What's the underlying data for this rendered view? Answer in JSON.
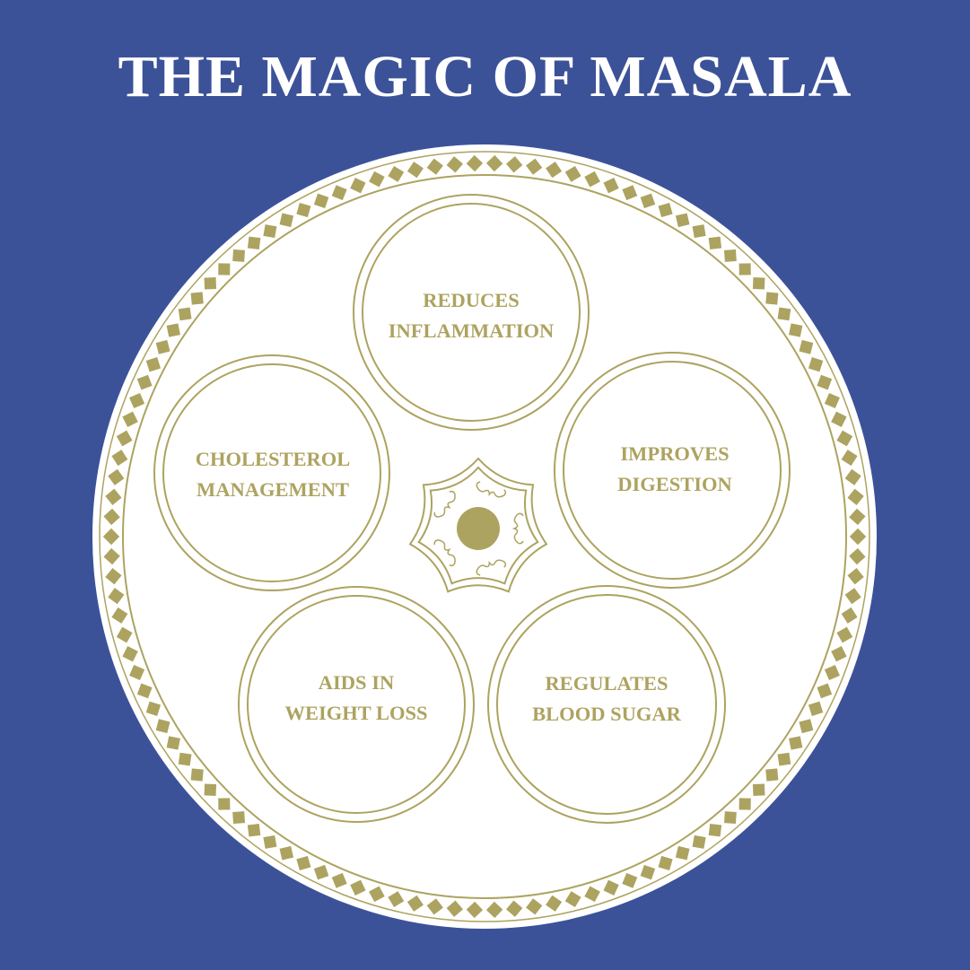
{
  "title": "THE MAGIC OF MASALA",
  "colors": {
    "background": "#3C5298",
    "gold": "#ADA360",
    "plate": "#FFFFFF"
  },
  "benefits": [
    {
      "line1": "REDUCES",
      "line2": "INFLAMMATION"
    },
    {
      "line1": "IMPROVES",
      "line2": "DIGESTION"
    },
    {
      "line1": "REGULATES",
      "line2": "BLOOD SUGAR"
    },
    {
      "line1": "AIDS IN",
      "line2": "WEIGHT LOSS"
    },
    {
      "line1": "CHOLESTEROL",
      "line2": "MANAGEMENT"
    }
  ]
}
